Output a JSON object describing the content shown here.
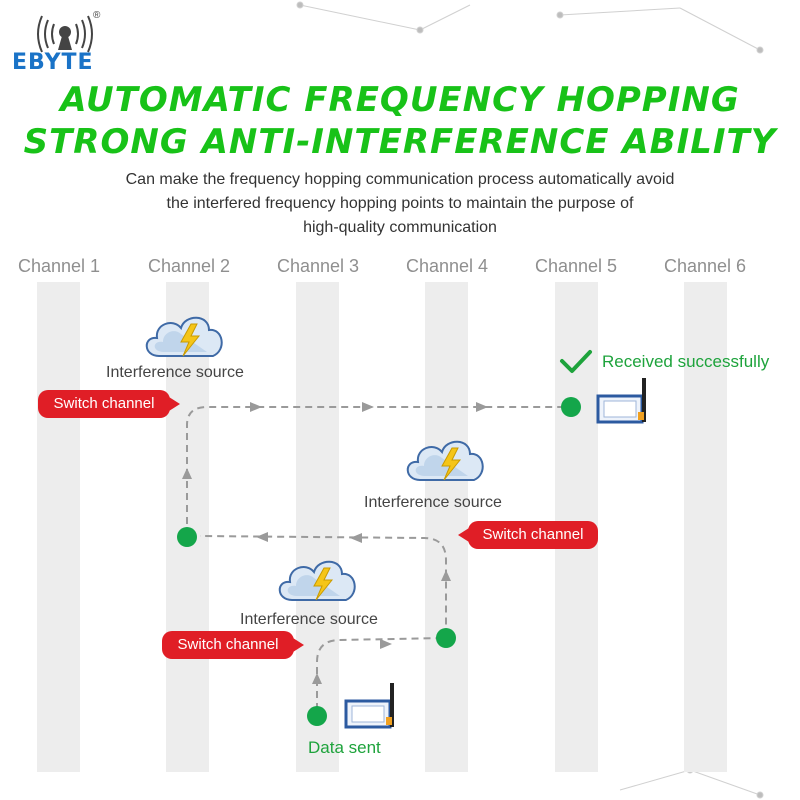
{
  "brand": {
    "name": "EBYTE",
    "registered_mark": "®",
    "primary_color": "#1a73c7"
  },
  "headline": {
    "line1": "AUTOMATIC FREQUENCY HOPPING",
    "line2": "STRONG ANTI-INTERFERENCE ABILITY",
    "color": "#18c218"
  },
  "subtitle": {
    "line1": "Can make the frequency hopping communication process automatically avoid",
    "line2": "the interfered frequency hopping points to maintain the purpose of",
    "line3": "high-quality communication"
  },
  "channels": [
    "Channel 1",
    "Channel 2",
    "Channel 3",
    "Channel 4",
    "Channel 5",
    "Channel 6"
  ],
  "interference_label": "Interference source",
  "switch_label": "Switch channel",
  "received_label": "Received successfully",
  "sent_label": "Data sent",
  "colors": {
    "switch_badge": "#e01e26",
    "node": "#14a64a",
    "success_text": "#1ea33c",
    "channel_lane": "#ededed",
    "path": "#9a9a9a"
  },
  "icons": {
    "cloud": "lightning-cloud-icon",
    "check": "check-icon",
    "device": "radio-module-icon",
    "logo": "signal-tower-icon"
  }
}
